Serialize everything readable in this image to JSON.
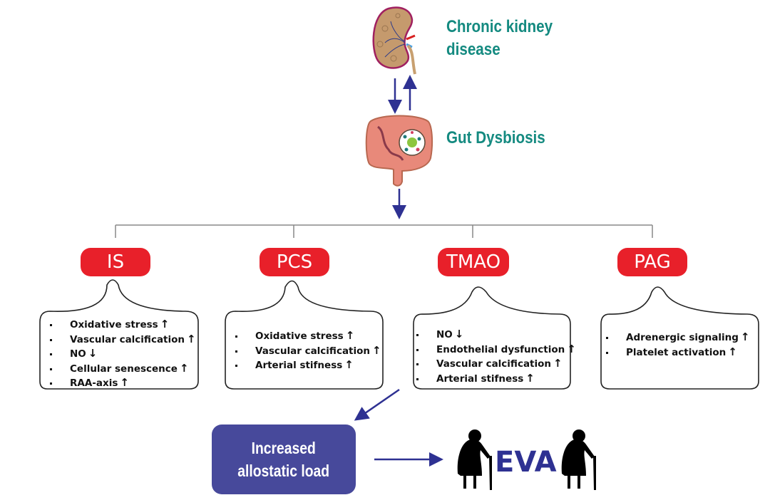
{
  "top": {
    "ckd_label_line1": "Chronic kidney",
    "ckd_label_line2": "disease",
    "gut_label": "Gut Dysbiosis"
  },
  "toxins": [
    {
      "name": "IS",
      "effects": [
        {
          "text": "Oxidative stress",
          "dir": "↑"
        },
        {
          "text": "Vascular calcification",
          "dir": "↑"
        },
        {
          "text": "NO",
          "dir": "↓"
        },
        {
          "text": "Cellular senescence",
          "dir": "↑"
        },
        {
          "text": "RAA-axis",
          "dir": "↑"
        }
      ]
    },
    {
      "name": "PCS",
      "effects": [
        {
          "text": "Oxidative stress",
          "dir": "↑"
        },
        {
          "text": "Vascular calcification",
          "dir": "↑"
        },
        {
          "text": "Arterial stifness",
          "dir": "↑"
        }
      ]
    },
    {
      "name": "TMAO",
      "effects": [
        {
          "text": "NO",
          "dir": "↓"
        },
        {
          "text": "Endothelial dysfunction",
          "dir": "↑"
        },
        {
          "text": "Vascular calcification",
          "dir": "↑"
        },
        {
          "text": "Arterial stifness",
          "dir": "↑"
        }
      ]
    },
    {
      "name": "PAG",
      "effects": [
        {
          "text": "Adrenergic signaling",
          "dir": "↑"
        },
        {
          "text": "Platelet activation",
          "dir": "↑"
        }
      ]
    }
  ],
  "bottom": {
    "allostatic_line1": "Increased",
    "allostatic_line2": "allostatic load",
    "outcome": "EVA"
  },
  "colors": {
    "teal": "#148a80",
    "red": "#e8202a",
    "navy": "#2e3192",
    "purple_box": "#47499b"
  }
}
